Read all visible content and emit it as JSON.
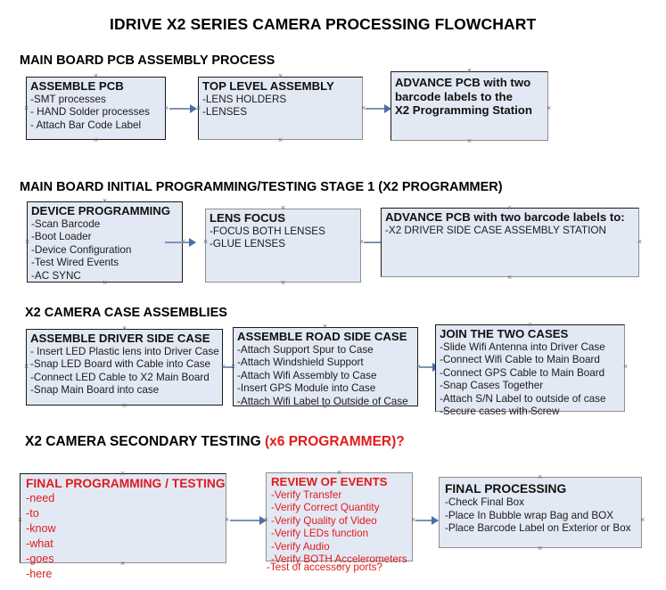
{
  "chart_title": "IDRIVE X2  SERIES CAMERA PROCESSING FLOWCHART",
  "colors": {
    "box_fill": "#e3e9f4",
    "box_border_dark": "#1a1a1a",
    "box_border_gray": "#8f8f8f",
    "arrow": "#4a6ea8",
    "accent_red": "#e01b1b",
    "text": "#000000"
  },
  "sections": [
    {
      "id": "main-board-pcb-assembly",
      "header": "MAIN BOARD PCB ASSEMBLY PROCESS",
      "header_accent": "",
      "boxes": [
        {
          "id": "assemble-pcb",
          "title": "ASSEMBLE PCB",
          "title_color": "black",
          "lines": [
            "-SMT processes",
            "- HAND Solder processes",
            "- Attach Bar Code Label"
          ]
        },
        {
          "id": "top-level-assembly",
          "title": "TOP LEVEL ASSEMBLY",
          "title_color": "black",
          "lines": [
            "-LENS HOLDERS",
            "-LENSES"
          ]
        },
        {
          "id": "advance-pcb-to-x2-programming-station",
          "title": "ADVANCE PCB with two",
          "title_color": "black",
          "lines": [
            "barcode labels to the",
            " X2 Programming Station"
          ]
        }
      ]
    },
    {
      "id": "main-board-initial-programming",
      "header": "MAIN BOARD INITIAL PROGRAMMING/TESTING STAGE 1 (X2 PROGRAMMER)",
      "header_accent": "",
      "boxes": [
        {
          "id": "device-programming",
          "title": "DEVICE PROGRAMMING",
          "title_color": "black",
          "lines": [
            "-Scan Barcode",
            "-Boot Loader",
            "-Device Configuration",
            "-Test Wired Events",
            "-AC SYNC"
          ]
        },
        {
          "id": "lens-focus",
          "title": "LENS FOCUS",
          "title_color": "black",
          "lines": [
            "-FOCUS BOTH LENSES",
            "-GLUE LENSES"
          ]
        },
        {
          "id": "advance-pcb-to-driver-side-case-assembly",
          "title": "ADVANCE PCB with two barcode labels to:",
          "title_color": "black",
          "lines": [
            "-X2 DRIVER  SIDE  CASE  ASSEMBLY STATION"
          ]
        }
      ]
    },
    {
      "id": "x2-camera-case-assemblies",
      "header": "X2 CAMERA CASE ASSEMBLIES",
      "header_accent": "",
      "boxes": [
        {
          "id": "assemble-driver-side-case",
          "title": "ASSEMBLE DRIVER SIDE CASE",
          "title_color": "black",
          "lines": [
            "- Insert LED Plastic lens into Driver Case",
            "-Snap LED Board with Cable into Case",
            "-Connect LED Cable to X2 Main Board",
            "-Snap Main Board into case"
          ]
        },
        {
          "id": "assemble-road-side-case",
          "title": "ASSEMBLE ROAD SIDE CASE",
          "title_color": "black",
          "lines": [
            "-Attach Support Spur to Case",
            "-Attach Windshield Support",
            "-Attach Wifi Assembly to Case",
            "-Insert GPS Module into Case",
            "-Attach Wifi Label to Outside of Case"
          ]
        },
        {
          "id": "join-the-two-cases",
          "title": "JOIN THE TWO CASES",
          "title_color": "black",
          "lines": [
            "-Slide Wifi Antenna into Driver Case",
            "-Connect Wifi Cable to Main Board",
            "-Connect GPS Cable to Main Board",
            "-Snap Cases Together",
            "-Attach S/N Label to outside of case",
            "-Secure cases with Screw"
          ]
        }
      ]
    },
    {
      "id": "x2-camera-secondary-testing",
      "header": "X2 CAMERA SECONDARY TESTING ",
      "header_accent": "(x6 PROGRAMMER)?",
      "boxes": [
        {
          "id": "final-programming-testing",
          "title": "FINAL PROGRAMMING / TESTING",
          "title_color": "red",
          "lines": [
            "-need",
            "-to",
            "-know",
            "-what",
            "-goes",
            "-here"
          ]
        },
        {
          "id": "review-of-events",
          "title": "REVIEW OF EVENTS",
          "title_color": "red",
          "lines": [
            "-Verify Transfer",
            "-Verify Correct Quantity",
            "-Verify Quality of Video",
            "-Verify LEDs function",
            "-Verify Audio",
            "-Verify BOTH Accelerometers"
          ],
          "overflow_line": "-Test of accessory ports?"
        },
        {
          "id": "final-processing",
          "title": "FINAL PROCESSING",
          "title_color": "black",
          "lines": [
            " -Check Final Box",
            "-Place In Bubble wrap Bag and BOX",
            "-Place Barcode Label on Exterior or Box"
          ]
        }
      ]
    }
  ]
}
